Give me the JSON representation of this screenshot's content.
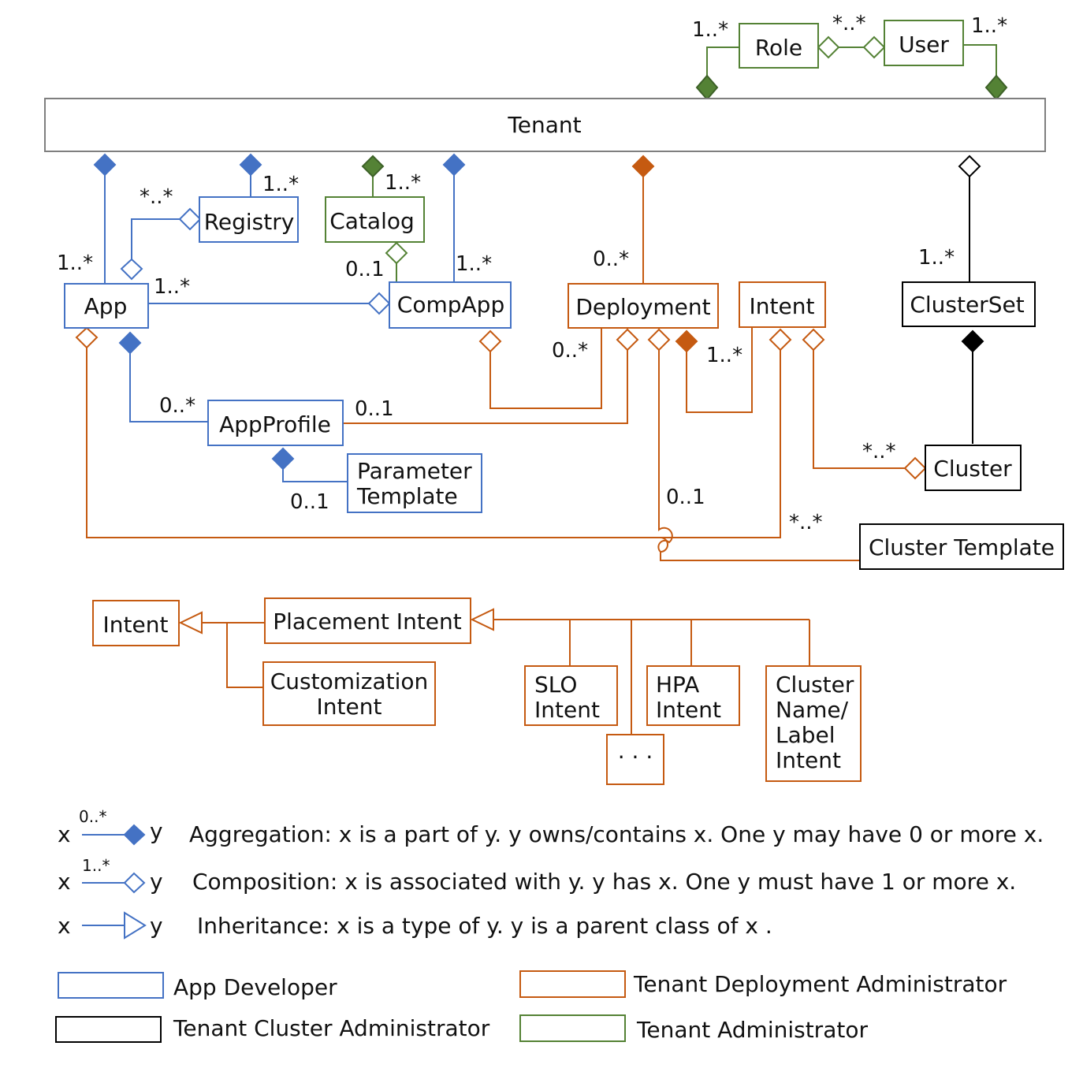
{
  "colors": {
    "app_developer": "#4472C4",
    "deployment_admin": "#C55A11",
    "cluster_admin": "#000000",
    "tenant_admin": "#548235",
    "neutral_box": "#7F7F7F"
  },
  "boxes": {
    "role": "Role",
    "user": "User",
    "tenant": "Tenant",
    "registry": "Registry",
    "catalog": "Catalog",
    "app": "App",
    "compapp": "CompApp",
    "deployment": "Deployment",
    "intent": "Intent",
    "clusterset": "ClusterSet",
    "appprofile": "AppProfile",
    "parameter_template": [
      "Parameter",
      "Template"
    ],
    "cluster": "Cluster",
    "cluster_template": "Cluster Template",
    "intent2": "Intent",
    "placement_intent": "Placement Intent",
    "customization_intent": [
      "Customization",
      "Intent"
    ],
    "slo_intent": [
      "SLO",
      "Intent"
    ],
    "hpa_intent": [
      "HPA",
      "Intent"
    ],
    "ellipsis": "· · ·",
    "cluster_name_label_intent": [
      "Cluster",
      "Name/",
      "Label",
      "Intent"
    ]
  },
  "multiplicities": {
    "role_tenant": "1..*",
    "role_user": "*..*",
    "user_tenant": "1..*",
    "registry_tenant": "1..*",
    "app_registry": "*..*",
    "catalog_tenant": "1..*",
    "app_tenant": "1..*",
    "catalog_compapp": "0..1",
    "compapp_tenant": "1..*",
    "app_compapp": "1..*",
    "deployment_tenant": "0..*",
    "clusterset_tenant": "1..*",
    "compapp_deployment": "0..*",
    "intent_deployment": "1..*",
    "app_appprofile": "0..*",
    "appprofile_deployment": "0..1",
    "intent_cluster": "*..*",
    "param_appprofile": "0..1",
    "template_deployment": "0..1",
    "app_cluster_template": "*..*"
  },
  "legend": {
    "aggregation": {
      "x": "x",
      "y": "y",
      "mult": "0..*",
      "text": "Aggregation: x is a part of y. y owns/contains x. One y may have 0 or more x."
    },
    "composition": {
      "x": "x",
      "y": "y",
      "mult": "1..*",
      "text": "Composition: x is associated with y. y has x. One y must have 1 or more x."
    },
    "inheritance": {
      "x": "x",
      "y": "y",
      "text": "Inheritance: x is a type of y. y is a parent class of x ."
    },
    "roles": {
      "app_developer": "App Developer",
      "deployment_admin": "Tenant Deployment Administrator",
      "cluster_admin": "Tenant Cluster Administrator",
      "tenant_admin": "Tenant Administrator"
    }
  }
}
